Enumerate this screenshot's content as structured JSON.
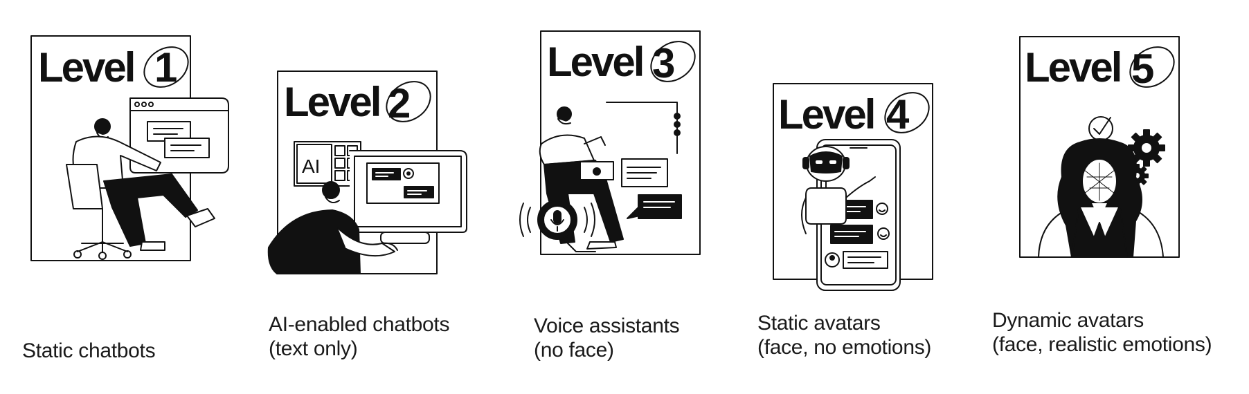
{
  "levels": [
    {
      "word": "Level",
      "number": "1",
      "caption": [
        "Static chatbots"
      ]
    },
    {
      "word": "Level",
      "number": "2",
      "caption": [
        "AI-enabled chatbots",
        "(text only)"
      ],
      "badge": "AI"
    },
    {
      "word": "Level",
      "number": "3",
      "caption": [
        "Voice assistants",
        "(no face)"
      ]
    },
    {
      "word": "Level",
      "number": "4",
      "caption": [
        "Static avatars",
        "(face, no emotions)"
      ]
    },
    {
      "word": "Level",
      "number": "5",
      "caption": [
        "Dynamic avatars",
        "(face, realistic emotions)"
      ]
    }
  ],
  "colors": {
    "ink": "#111111",
    "paper": "#ffffff",
    "text": "#1a1a1a"
  }
}
